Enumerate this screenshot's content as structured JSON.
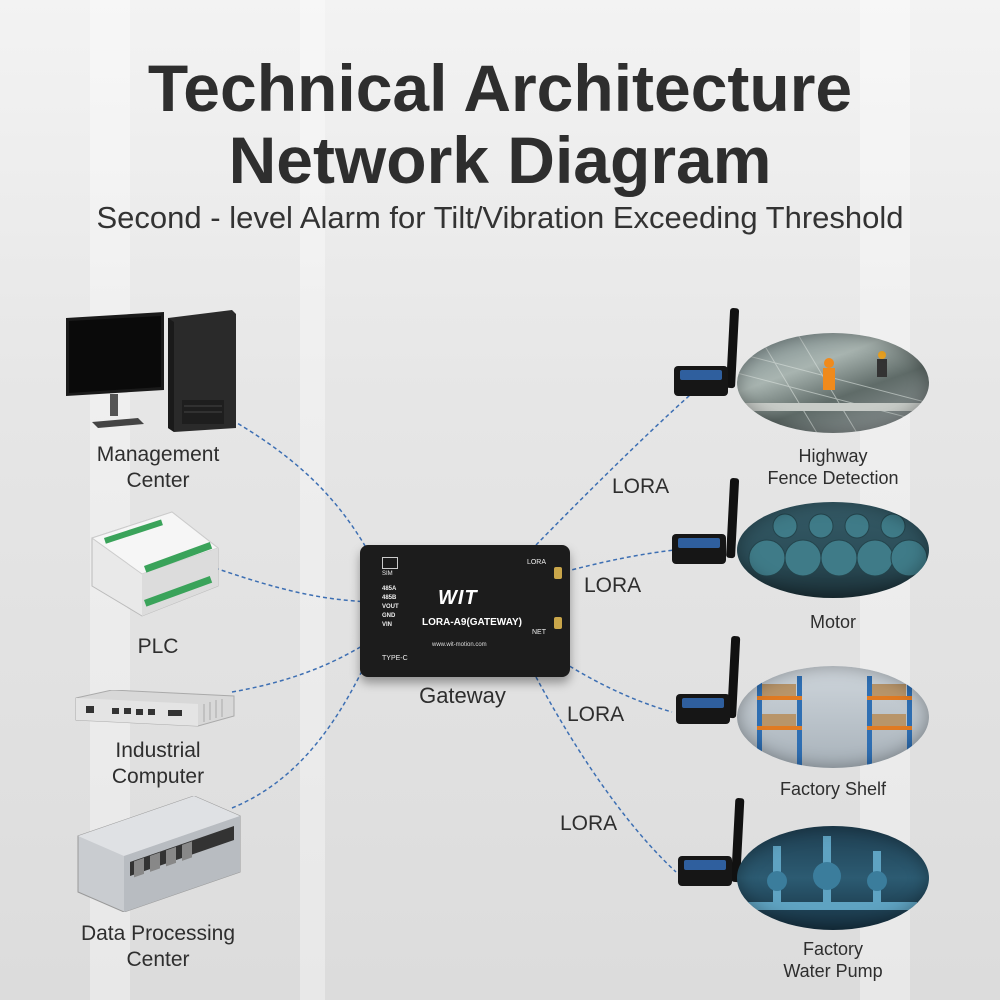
{
  "header": {
    "title_line1": "Technical Architecture",
    "title_line2": "Network Diagram",
    "subtitle": "Second - level Alarm for Tilt/Vibration Exceeding Threshold"
  },
  "left_nodes": [
    {
      "label_line1": "Management",
      "label_line2": "Center",
      "icon": "computer-icon"
    },
    {
      "label_line1": "PLC",
      "label_line2": "",
      "icon": "plc-icon"
    },
    {
      "label_line1": "Industrial",
      "label_line2": "Computer",
      "icon": "industrial-computer-icon"
    },
    {
      "label_line1": "Data Processing",
      "label_line2": "Center",
      "icon": "server-rack-icon"
    }
  ],
  "gateway": {
    "label": "Gateway",
    "logo": "WIT",
    "model": "LORA-A9(GATEWAY)",
    "site": "www.wit-motion.com",
    "sim": "SIM",
    "pins": [
      "485A",
      "485B",
      "VOUT",
      "GND",
      "VIN"
    ],
    "port": "TYPE-C",
    "lora_port": "LORA",
    "net_port": "NET"
  },
  "right_nodes": [
    {
      "label_line1": "Highway",
      "label_line2": "Fence Detection",
      "link": "LORA"
    },
    {
      "label_line1": "Motor",
      "label_line2": "",
      "link": "LORA"
    },
    {
      "label_line1": "Factory Shelf",
      "label_line2": "",
      "link": "LORA"
    },
    {
      "label_line1": "Factory",
      "label_line2": "Water Pump",
      "link": "LORA"
    }
  ],
  "colors": {
    "link_line": "#3d6fb3",
    "sensor_cap": "#2f5f9e",
    "title_text": "#2e2e2e"
  }
}
